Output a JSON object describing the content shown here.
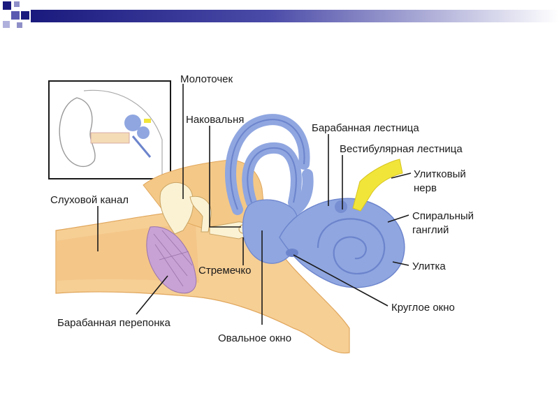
{
  "colors": {
    "bar_dark": "#1a1a7e",
    "bar_light": "#ffffff",
    "bone": "#f6cf95",
    "bone_dark": "#e9b26a",
    "inner_ear": "#8fa6e0",
    "inner_ear_dark": "#6c84cc",
    "nerve": "#f2e53a",
    "eardrum": "#c8a2d4",
    "ossicle": "#fbf2d4"
  },
  "labels": {
    "malleus": "Молоточек",
    "incus": "Наковальня",
    "scala_tympani": "Барабанная лестница",
    "scala_vestibuli": "Вестибулярная лестница",
    "cochlear_nerve_1": "Улитковый",
    "cochlear_nerve_2": "нерв",
    "spiral_ganglion_1": "Спиральный",
    "spiral_ganglion_2": "ганглий",
    "ear_canal": "Слуховой канал",
    "stapes": "Стремечко",
    "cochlea": "Улитка",
    "round_window": "Круглое окно",
    "eardrum": "Барабанная перепонка",
    "oval_window": "Овальное окно"
  }
}
